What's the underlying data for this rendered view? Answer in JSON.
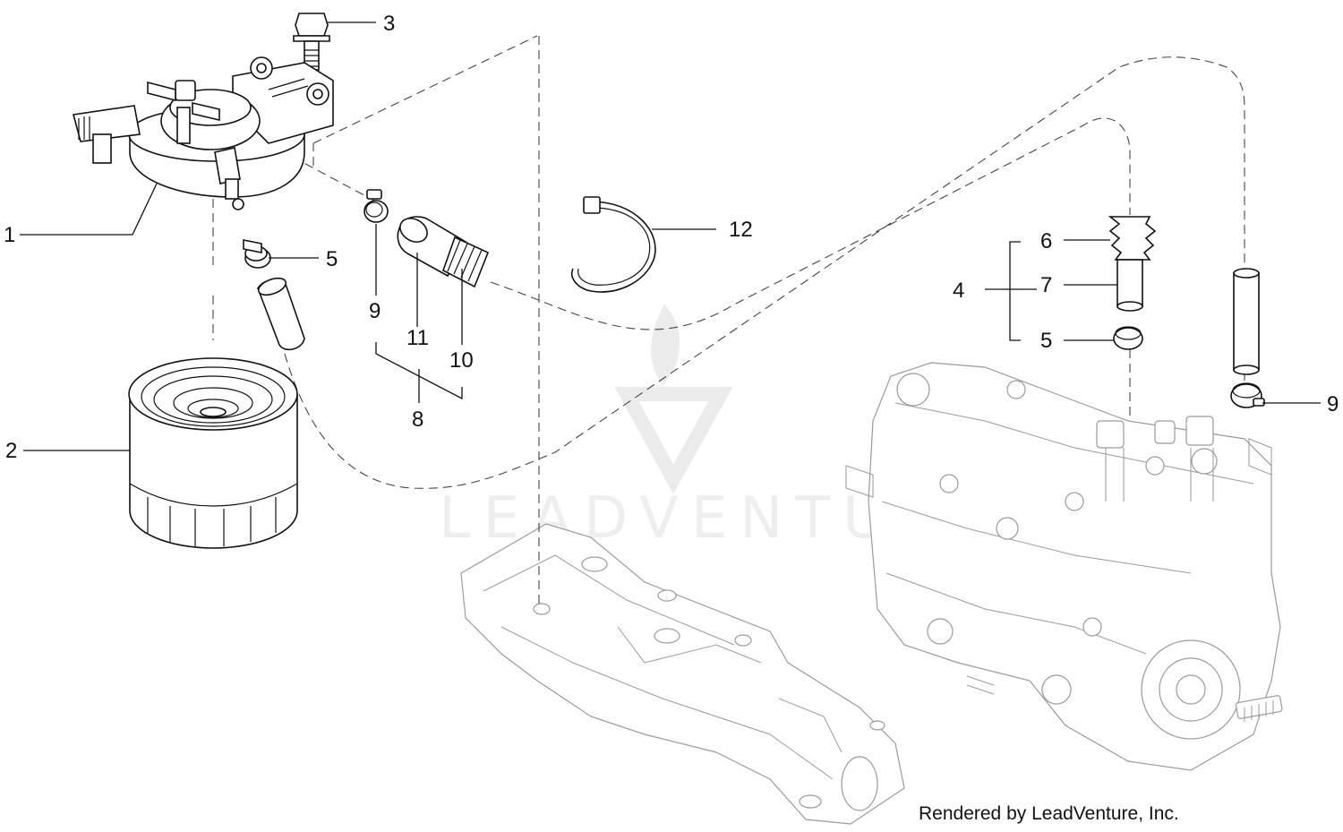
{
  "callouts": {
    "c1": "1",
    "c2": "2",
    "c3": "3",
    "c4": "4",
    "c5a": "5",
    "c5b": "5",
    "c6": "6",
    "c7": "7",
    "c8": "8",
    "c9a": "9",
    "c9b": "9",
    "c10": "10",
    "c11": "11",
    "c12": "12"
  },
  "watermark": "LEADVENTURE",
  "credit": "Rendered by LeadVenture, Inc."
}
